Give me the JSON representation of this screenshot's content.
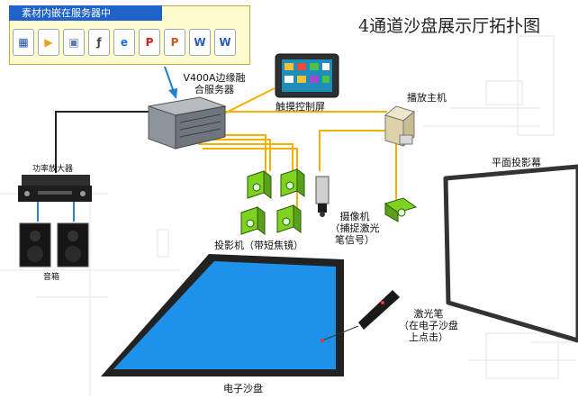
{
  "title": "4通道沙盘展示厅拓扑图",
  "media_box": {
    "title": "素材内嵌在服务器中",
    "icons": [
      {
        "icon": "video-icon",
        "glyph": "▦",
        "color": "#1e4fa8"
      },
      {
        "icon": "media-player-icon",
        "glyph": "▶",
        "color": "#e8a21b"
      },
      {
        "icon": "video-file-icon",
        "glyph": "▣",
        "color": "#5a7bb8"
      },
      {
        "icon": "flash-icon",
        "glyph": "ƒ",
        "color": "#444444"
      },
      {
        "icon": "ie-browser-icon",
        "glyph": "e",
        "color": "#1773d8"
      },
      {
        "icon": "pdf-icon",
        "glyph": "P",
        "color": "#d42020"
      },
      {
        "icon": "powerpoint-icon",
        "glyph": "P",
        "color": "#d2581e"
      },
      {
        "icon": "word-icon",
        "glyph": "W",
        "color": "#2a5cb8"
      },
      {
        "icon": "word-doc-icon",
        "glyph": "W",
        "color": "#2a5cb8"
      }
    ]
  },
  "labels": {
    "server": "V400A边缘融\n合服务器",
    "touch_screen": "触摸控制屏",
    "player_host": "播放主机",
    "flat_screen": "平面投影幕",
    "amplifier": "功率放大器",
    "speakers": "音箱",
    "projectors": "投影机（带短焦镜）",
    "camera": "摄像机\n（捕捉激光\n笔信号）",
    "laser_pen": "激光笔\n（在电子沙盘\n上点击）",
    "sand_table": "电子沙盘"
  },
  "colors": {
    "link": "#f3b200",
    "cable": "#222222",
    "audio_cable": "#2f7fd0",
    "table_blue": "#1e92ea",
    "projector_green": "#7ed321",
    "background_lines": "#e4e4e4"
  }
}
